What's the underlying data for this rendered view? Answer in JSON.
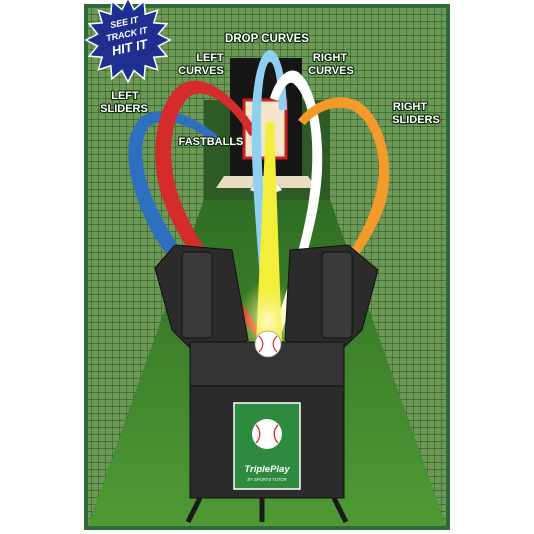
{
  "badge": {
    "line1": "SEE IT",
    "line2": "TRACK IT",
    "line3": "HIT IT"
  },
  "labels": {
    "drop_curves": "DROP CURVES",
    "left_curves": [
      "LEFT",
      "CURVES"
    ],
    "right_curves": [
      "RIGHT",
      "CURVES"
    ],
    "left_sliders": [
      "LEFT",
      "SLIDERS"
    ],
    "right_sliders": [
      "RIGHT",
      "SLIDERS"
    ],
    "fastballs": "FASTBALLS"
  },
  "logo": {
    "brand": "TriplePlay",
    "sub": "BY SPORTS TUTOR"
  },
  "colors": {
    "frame_border": "#2f6b3a",
    "turf": "#3f8a2e",
    "net": "#4d7a3c",
    "machine": "#2b2b2b",
    "logo_panel": "#2d8a3e",
    "left_sliders": "#2f6fc0",
    "left_curves": "#d42b2b",
    "drop_curves": "#8fd0f2",
    "right_curves": "#ffffff",
    "right_sliders": "#f39a2a",
    "fastballs": "#f2ee3a",
    "badge_fill": "#1e2f8f",
    "badge_text": "#ffffff"
  }
}
